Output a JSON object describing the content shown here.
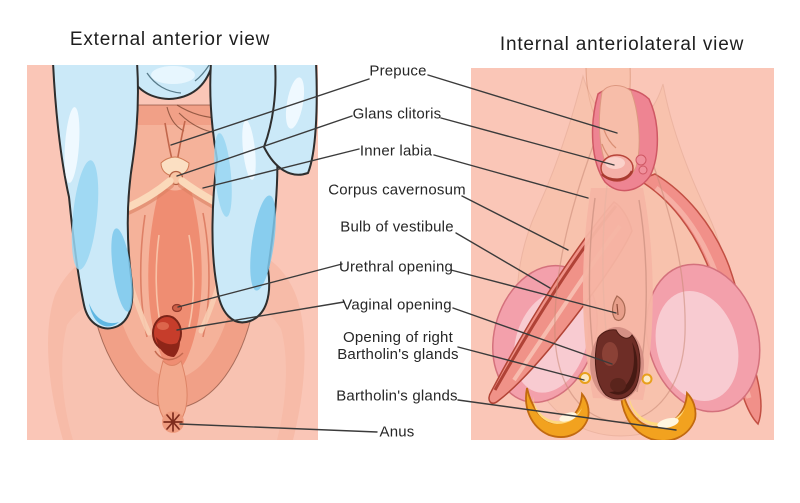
{
  "figure": {
    "left_panel": {
      "title": "External anterior view"
    },
    "right_panel": {
      "title": "Internal anteriolateral view"
    }
  },
  "labels": [
    {
      "text": "Prepuce"
    },
    {
      "text": "Glans clitoris"
    },
    {
      "text": "Inner labia"
    },
    {
      "text": "Corpus cavernosum"
    },
    {
      "text": "Bulb of vestibule"
    },
    {
      "text": "Urethral opening"
    },
    {
      "text": "Vaginal opening"
    },
    {
      "text": "Opening of right\nBartholin's glands"
    },
    {
      "text": "Bartholin's glands"
    },
    {
      "text": "Anus"
    }
  ],
  "colors": {
    "background": "#ffffff",
    "panel_background": "#fac6b7",
    "leader_line": "#3b3b3b",
    "text": "#232323",
    "glove_blue_light": "#cbe9f8",
    "glove_blue_mid": "#8fd2f0",
    "glove_blue_deep": "#5fb7e2",
    "skin_salmon": "#f1a087",
    "skin_light": "#f5b29a",
    "labia_cream": "#fbd9ba",
    "vestibule": "#ef8d72",
    "opening_red": "#c63d2b",
    "cavity_maroon": "#6e2d26",
    "bulb_pink": "#f3a0ab",
    "bulb_pink_light": "#f8cbd1",
    "crus_salmon": "#f09288",
    "crus_edge_red": "#a93a2e",
    "bartholin_amber": "#f2a21f",
    "bartholin_yellow": "#ffd97e"
  }
}
